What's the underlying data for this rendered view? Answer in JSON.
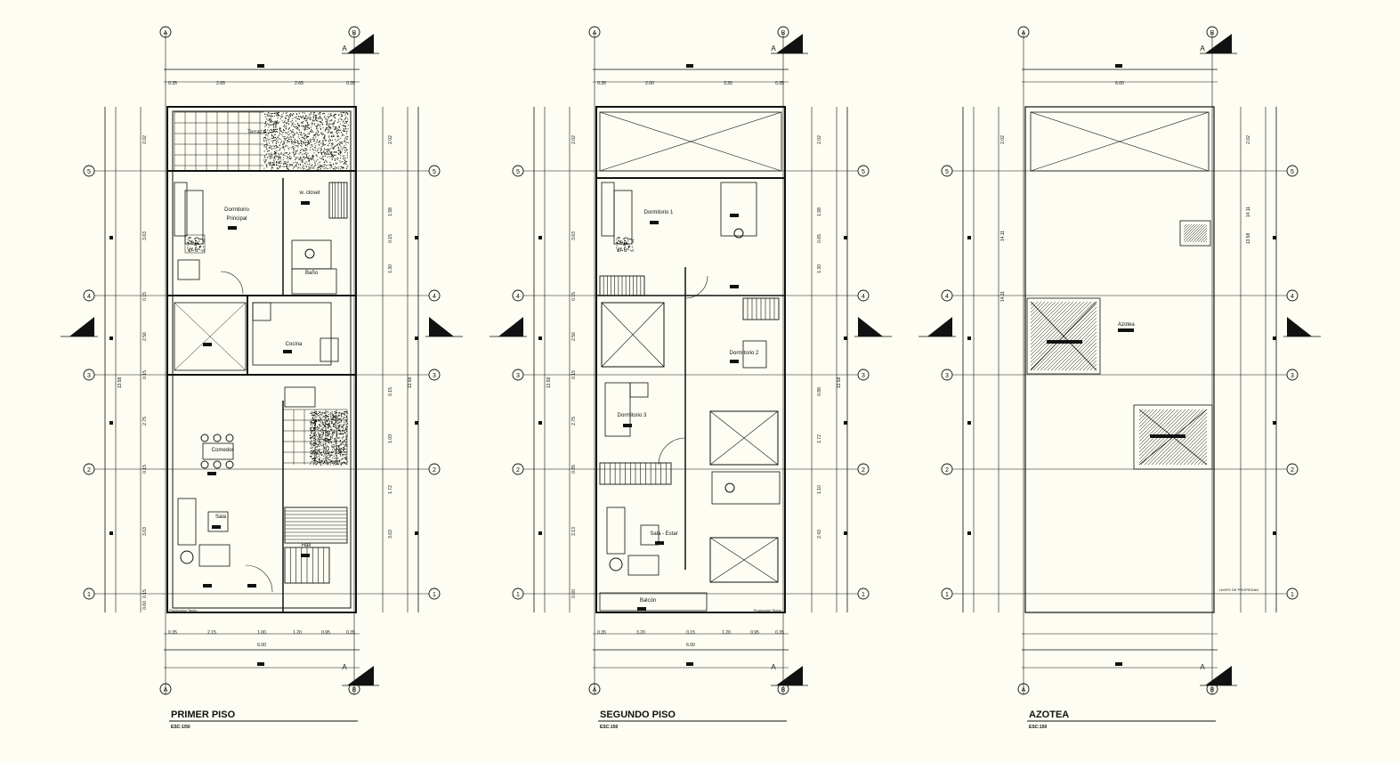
{
  "plans": [
    {
      "title": "PRIMER PISO",
      "scale": "ESC:1/50",
      "rooms": [
        "Terraza",
        "Dormitorio",
        "Principal",
        "w. closet",
        "Baño",
        "Cocina",
        "Comedor",
        "Sala",
        "Hall"
      ],
      "top_dims": [
        "0.35",
        "2.65",
        "2.65",
        "0.35"
      ],
      "bottom_dims": [
        "0.35",
        "2.15",
        "1.00",
        "1.20",
        "0.95",
        "0.35"
      ],
      "bottom_total": "6.00",
      "left_dims": [
        "2.02",
        "3.63",
        "0.15",
        "2.56",
        "0.15",
        "2.75",
        "0.15",
        "3.63",
        "0.15",
        "0.60"
      ],
      "total_height": "13.58",
      "right_dims": [
        "2.02",
        "1.98",
        "0.15",
        "1.30",
        "0.15",
        "1.03",
        "1.72",
        "3.63"
      ],
      "note": "Proyección Techo"
    },
    {
      "title": "SEGUNDO PISO",
      "scale": "ESC:150",
      "rooms": [
        "Dormitorio 1",
        "Dormitorio 2",
        "Dormitorio 3",
        "Sala - Estar",
        "Balcón"
      ],
      "top_dims": [
        "0.35",
        "2.00",
        "3.30",
        "0.35"
      ],
      "bottom_dims": [
        "0.35",
        "3.20",
        "0.15",
        "1.20",
        "0.95",
        "0.35"
      ],
      "bottom_total": "6.00",
      "left_dims": [
        "2.02",
        "3.63",
        "0.15",
        "2.56",
        "0.15",
        "2.75",
        "0.85",
        "3.13",
        "0.60"
      ],
      "total_height": "13.58",
      "right_dims": [
        "2.02",
        "1.98",
        "0.65",
        "1.30",
        "0.88",
        "1.72",
        "1.10",
        "2.43"
      ],
      "note": "Proyección Techo"
    },
    {
      "title": "AZOTEA",
      "scale": "ESC:150",
      "rooms": [
        "Azotea"
      ],
      "top_dims": [
        "6.00"
      ],
      "left_dims": [
        "2.02",
        "14.11",
        "14.11"
      ],
      "right_dims": [
        "2.02",
        "14.11",
        "13.58"
      ],
      "note": "LIMITE DE PROPIEDAD"
    }
  ],
  "axis_cols": [
    "A",
    "B"
  ],
  "axis_rows": [
    "5",
    "4",
    "3",
    "2",
    "1"
  ],
  "section_label": "B",
  "section_label_a": "A"
}
